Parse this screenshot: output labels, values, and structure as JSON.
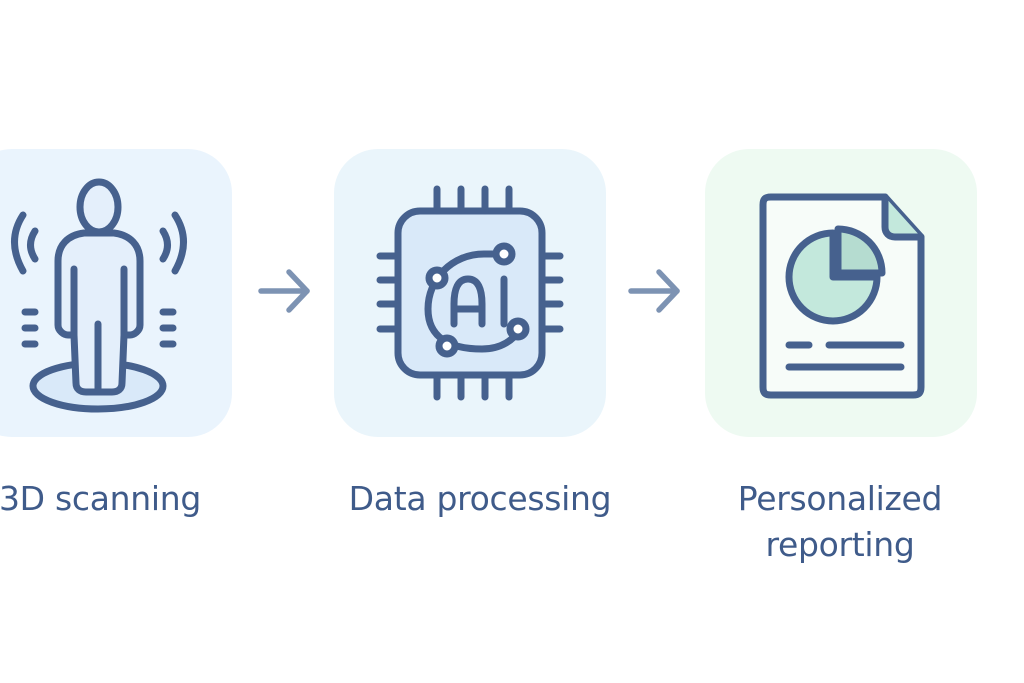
{
  "steps": [
    {
      "label": "3D scanning",
      "icon": "person-scan-icon",
      "bg": "#eaf4fd"
    },
    {
      "label": "Data processing",
      "icon": "ai-chip-icon",
      "chip_text": "AI",
      "bg": "#eaf5fb"
    },
    {
      "label": "Personalized\nreporting",
      "icon": "report-pie-chart-icon",
      "bg": "#eefaf2"
    }
  ],
  "colors": {
    "stroke": "#46618e",
    "arrow": "#7d93b3",
    "fill_blue": "#d9e9f9",
    "fill_green": "#c3e8dc"
  }
}
